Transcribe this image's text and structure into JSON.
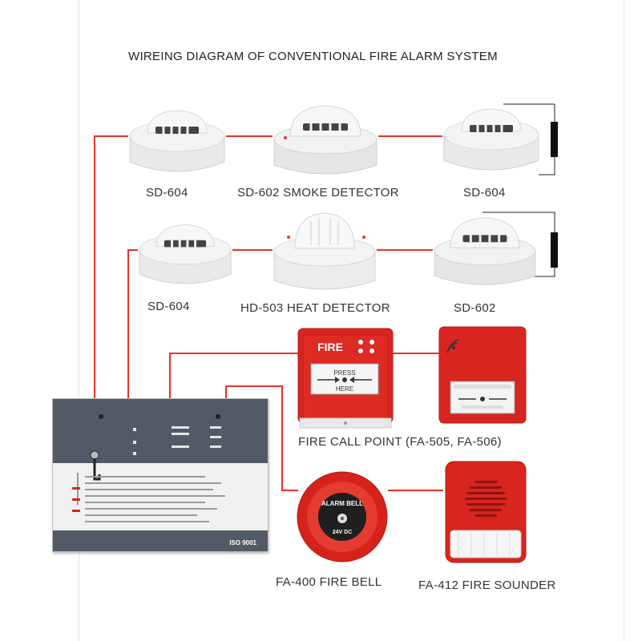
{
  "title": "WIREING DIAGRAM OF CONVENTIONAL FIRE ALARM SYSTEM",
  "labels": {
    "row1_left": "SD-604",
    "row1_mid": "SD-602 SMOKE DETECTOR",
    "row1_right": "SD-604",
    "row2_left": "SD-604",
    "row2_mid": "HD-503 HEAT DETECTOR",
    "row2_right": "SD-602",
    "call_point": "FIRE CALL POINT (FA-505, FA-506)",
    "bell": "FA-400 FIRE BELL",
    "sounder": "FA-412 FIRE SOUNDER"
  },
  "device_text": {
    "fire": "FIRE",
    "press": "PRESS",
    "here": "HERE",
    "bell_ring": "ALARM BELL",
    "bell_volt": "24V DC",
    "iso": "ISO 9001"
  },
  "colors": {
    "wire": "#e8322a",
    "device_red": "#d8251f",
    "detector_white": "#f3f3f3",
    "panel_dark": "#525a66"
  }
}
